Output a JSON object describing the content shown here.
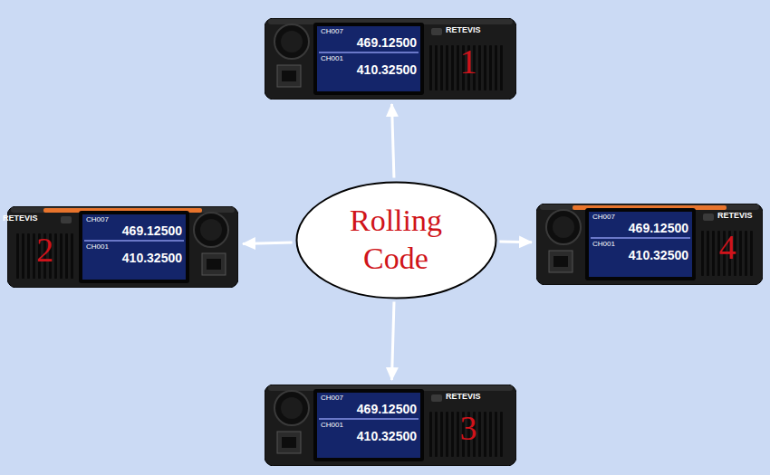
{
  "diagram": {
    "nodes": [
      {
        "text": [
          "RETEVIS",
          "CH007",
          "469.12500",
          "CH001",
          "410.32500",
          "1"
        ]
      },
      {
        "text": [
          "RETEVIS",
          "CH007",
          "469.12500",
          "CH001",
          "410.32500",
          "2"
        ]
      },
      {
        "text": [
          "Rolling Code"
        ]
      },
      {
        "text": [
          "RETEVIS",
          "CH007",
          "469.12500",
          "CH001",
          "410.32500",
          "4"
        ]
      },
      {
        "text": [
          "RETEVIS",
          "CH007",
          "469.12500",
          "CH001",
          "410.32500",
          "3"
        ]
      }
    ],
    "edges": [
      {
        "from": 2,
        "to": 0,
        "arrow": "to"
      },
      {
        "from": 2,
        "to": 1,
        "arrow": "to"
      },
      {
        "from": 2,
        "to": 3,
        "arrow": "to"
      },
      {
        "from": 2,
        "to": 4,
        "arrow": "to"
      }
    ]
  }
}
